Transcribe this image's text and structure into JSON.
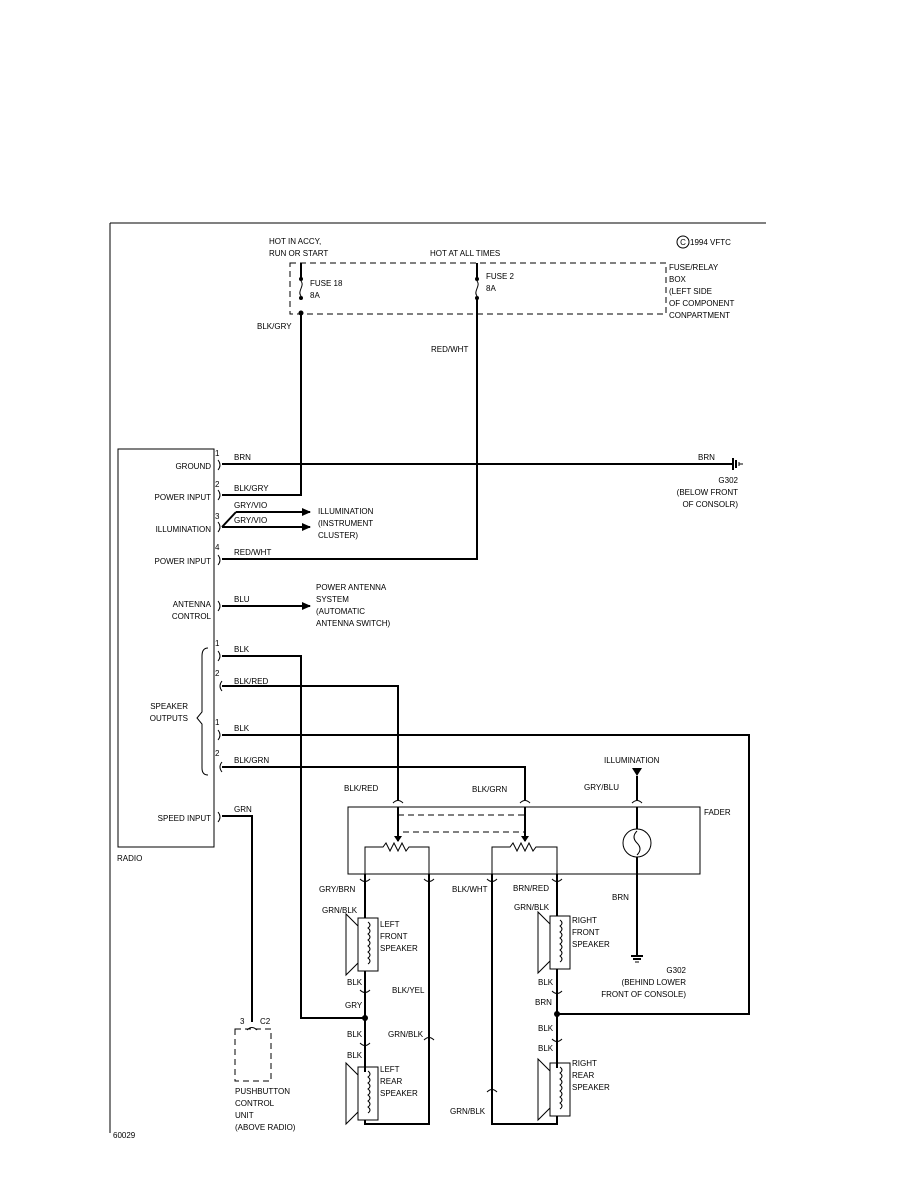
{
  "copyright": "1994 VFTC",
  "copyright_symbol": "C",
  "power_sources": {
    "hot_accy_1": "HOT IN ACCY,",
    "hot_accy_2": "RUN OR START",
    "hot_all": "HOT AT ALL TIMES"
  },
  "fuses": {
    "fuse18_name": "FUSE 18",
    "fuse18_rating": "8A",
    "fuse2_name": "FUSE 2",
    "fuse2_rating": "8A"
  },
  "fuse_box": [
    "FUSE/RELAY",
    "BOX",
    "(LEFT SIDE",
    "OF COMPONENT",
    "CONPARTMENT"
  ],
  "radio": {
    "label": "RADIO",
    "ground": "GROUND",
    "power_input_1": "POWER INPUT",
    "illumination": "ILLUMINATION",
    "power_input_2": "POWER INPUT",
    "antenna_1": "ANTENNA",
    "antenna_2": "CONTROL",
    "speaker_1": "SPEAKER",
    "speaker_2": "OUTPUTS",
    "speed_input": "SPEED INPUT"
  },
  "pins": {
    "ground": "1",
    "power_input_1": "2",
    "illumination": "3",
    "power_input_2": "4",
    "spk_1": "1",
    "spk_2": "2",
    "spk_3": "1",
    "spk_4": "2"
  },
  "wires": {
    "blk_gry_top": "BLK/GRY",
    "red_wht_top": "RED/WHT",
    "brn_left": "BRN",
    "brn_right": "BRN",
    "blk_gry": "BLK/GRY",
    "gry_vio_1": "GRY/VIO",
    "gry_vio_2": "GRY/VIO",
    "red_wht": "RED/WHT",
    "blu": "BLU",
    "blk_1": "BLK",
    "blk_red": "BLK/RED",
    "blk_2": "BLK",
    "blk_grn": "BLK/GRN",
    "grn": "GRN",
    "fader_blk_red": "BLK/RED",
    "fader_blk_grn": "BLK/GRN",
    "fader_gry_blu": "GRY/BLU",
    "gry_brn": "GRY/BRN",
    "blk_wht": "BLK/WHT",
    "brn_red": "BRN/RED",
    "fader_brn": "BRN",
    "lf_grn_blk": "GRN/BLK",
    "rf_grn_blk": "GRN/BLK",
    "lf_blk": "BLK",
    "blk_yel": "BLK/YEL",
    "gry": "GRY",
    "rf_blk": "BLK",
    "brn_splice": "BRN",
    "lr_blk_1": "BLK",
    "lr_grn_blk": "GRN/BLK",
    "lr_blk_2": "BLK",
    "rr_blk_1": "BLK",
    "rr_blk_2": "BLK",
    "grn_blk_bottom": "GRN/BLK"
  },
  "grounds": {
    "g302_a_1": "G302",
    "g302_a_2": "(BELOW FRONT",
    "g302_a_3": "OF CONSOLR)",
    "g302_b_1": "G302",
    "g302_b_2": "(BEHIND LOWER",
    "g302_b_3": "FRONT OF CONSOLE)"
  },
  "destinations": {
    "illum_1": "ILLUMINATION",
    "illum_2": "(INSTRUMENT",
    "illum_3": "CLUSTER)",
    "ant_1": "POWER ANTENNA",
    "ant_2": "SYSTEM",
    "ant_3": "(AUTOMATIC",
    "ant_4": "ANTENNA SWITCH)",
    "fader_illumination": "ILLUMINATION"
  },
  "fader": {
    "label": "FADER"
  },
  "speakers": {
    "lf_1": "LEFT",
    "lf_2": "FRONT",
    "lf_3": "SPEAKER",
    "rf_1": "RIGHT",
    "rf_2": "FRONT",
    "rf_3": "SPEAKER",
    "lr_1": "LEFT",
    "lr_2": "REAR",
    "lr_3": "SPEAKER",
    "rr_1": "RIGHT",
    "rr_2": "REAR",
    "rr_3": "SPEAKER"
  },
  "pushbutton": {
    "pin": "3",
    "connector": "C2",
    "l1": "PUSHBUTTON",
    "l2": "CONTROL",
    "l3": "UNIT",
    "l4": "(ABOVE RADIO)"
  },
  "figure_id": "60029"
}
